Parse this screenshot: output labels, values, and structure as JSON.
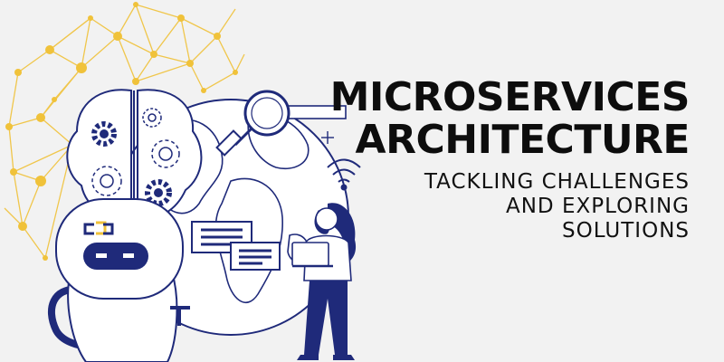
{
  "banner": {
    "title_lines": [
      "MICROSERVICES",
      "ARCHITECTURE"
    ],
    "subtitle_lines": [
      "TACKLING CHALLENGES",
      "AND EXPLORING",
      "SOLUTIONS"
    ]
  },
  "colors": {
    "background": "#f2f2f2",
    "navy": "#1f2a7a",
    "network_yellow": "#f0c23a",
    "text": "#0d0d0d"
  },
  "illustration": {
    "icons": [
      "network-graph",
      "globe-icon",
      "robot-icon",
      "brain-icon",
      "gear-icon",
      "magnifier-icon",
      "wifi-icon",
      "chat-bubble-icon",
      "person-with-laptop"
    ]
  }
}
